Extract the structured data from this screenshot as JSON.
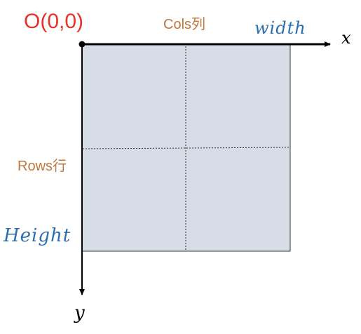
{
  "labels": {
    "origin": "O(0,0)",
    "cols": "Cols列",
    "width": "width",
    "x_axis": "x",
    "rows": "Rows行",
    "height": "Height",
    "y_axis": "y"
  },
  "colors": {
    "origin_label": "#e8322c",
    "cols_rows_label": "#c0773a",
    "width_height_label": "#2a6fb0",
    "axis": "#000000",
    "image_fill": "#d6dde6",
    "image_border": "#333333",
    "divider": "#333333"
  }
}
